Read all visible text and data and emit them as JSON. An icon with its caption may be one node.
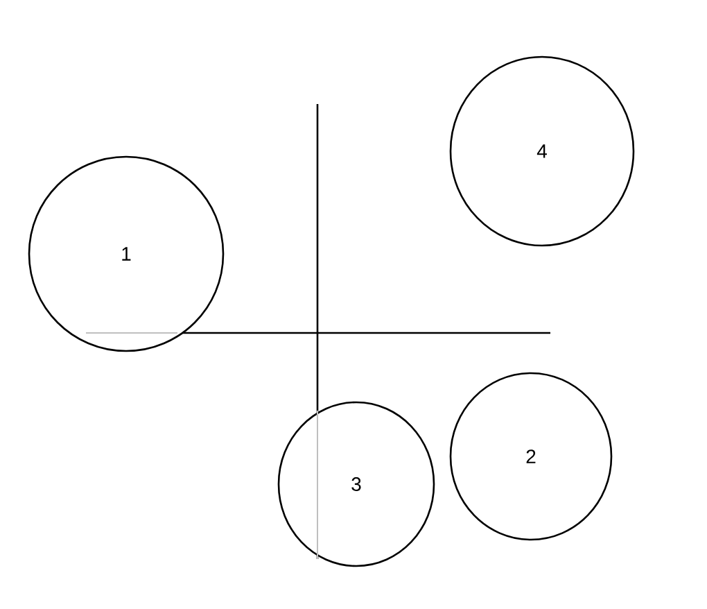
{
  "diagram": {
    "nodes": [
      {
        "text": [
          "4"
        ]
      },
      {
        "text": [
          "1"
        ]
      },
      {
        "text": [
          "2"
        ]
      },
      {
        "text": [
          "3"
        ]
      }
    ],
    "edges": []
  }
}
